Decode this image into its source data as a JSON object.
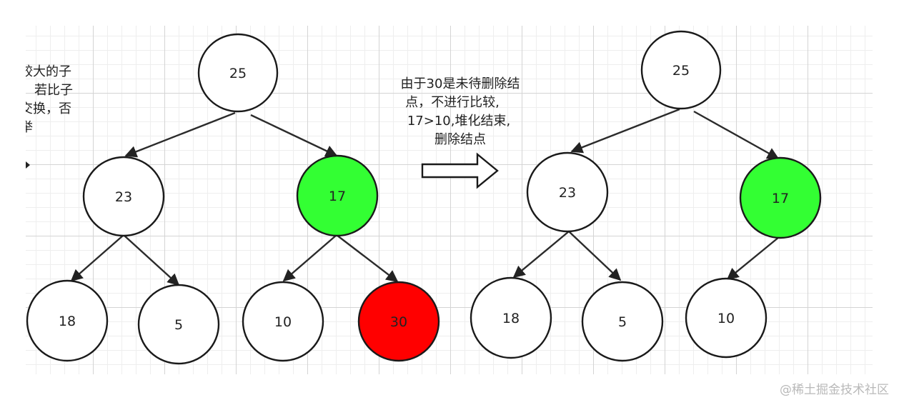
{
  "side_text": [
    "较大的子",
    "若比子",
    "交换，否",
    "举"
  ],
  "left_tree": {
    "nodes": [
      "25",
      "23",
      "17",
      "18",
      "5",
      "10",
      "30"
    ]
  },
  "annotation": [
    "由于30是未待删除结",
    "点，不进行比较,",
    "17>10,堆化结束,",
    "删除结点"
  ],
  "right_tree": {
    "nodes": [
      "25",
      "23",
      "17",
      "18",
      "5",
      "10"
    ]
  },
  "colors": {
    "default_node": "#ffffff",
    "highlight_node": "#33ff33",
    "delete_node": "#ff0000"
  },
  "watermark": "@稀土掘金技术社区"
}
